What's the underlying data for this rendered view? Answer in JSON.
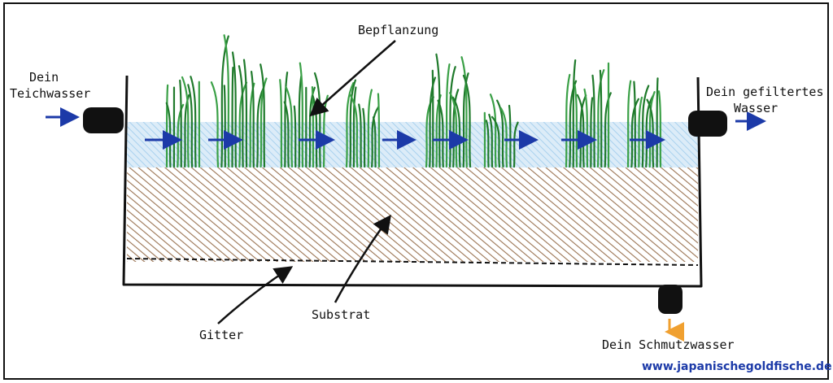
{
  "labels": {
    "inlet_line1": "Dein",
    "inlet_line2": "Teichwasser",
    "planting": "Bepflanzung",
    "outlet_line1": "Dein gefiltertes",
    "outlet_line2": "Wasser",
    "substrate": "Substrat",
    "grid": "Gitter",
    "drain": "Dein Schmutzwasser",
    "website": "www.japanischegoldfische.de"
  },
  "colors": {
    "water": "#cfe6f7",
    "water_hatch": "#a9d1ee",
    "substrate": "#9a7352",
    "plants": "#1f7a2b",
    "plants_light": "#3aa046",
    "flow_arrows": "#1c3aa8",
    "drain_arrow": "#f0a030",
    "outline": "#111111",
    "pipe": "#111111",
    "website": "#1c3aa8"
  },
  "icons": {
    "inlet": "pipe-inlet-icon",
    "outlet": "pipe-outlet-icon",
    "drain": "pipe-drain-icon"
  }
}
